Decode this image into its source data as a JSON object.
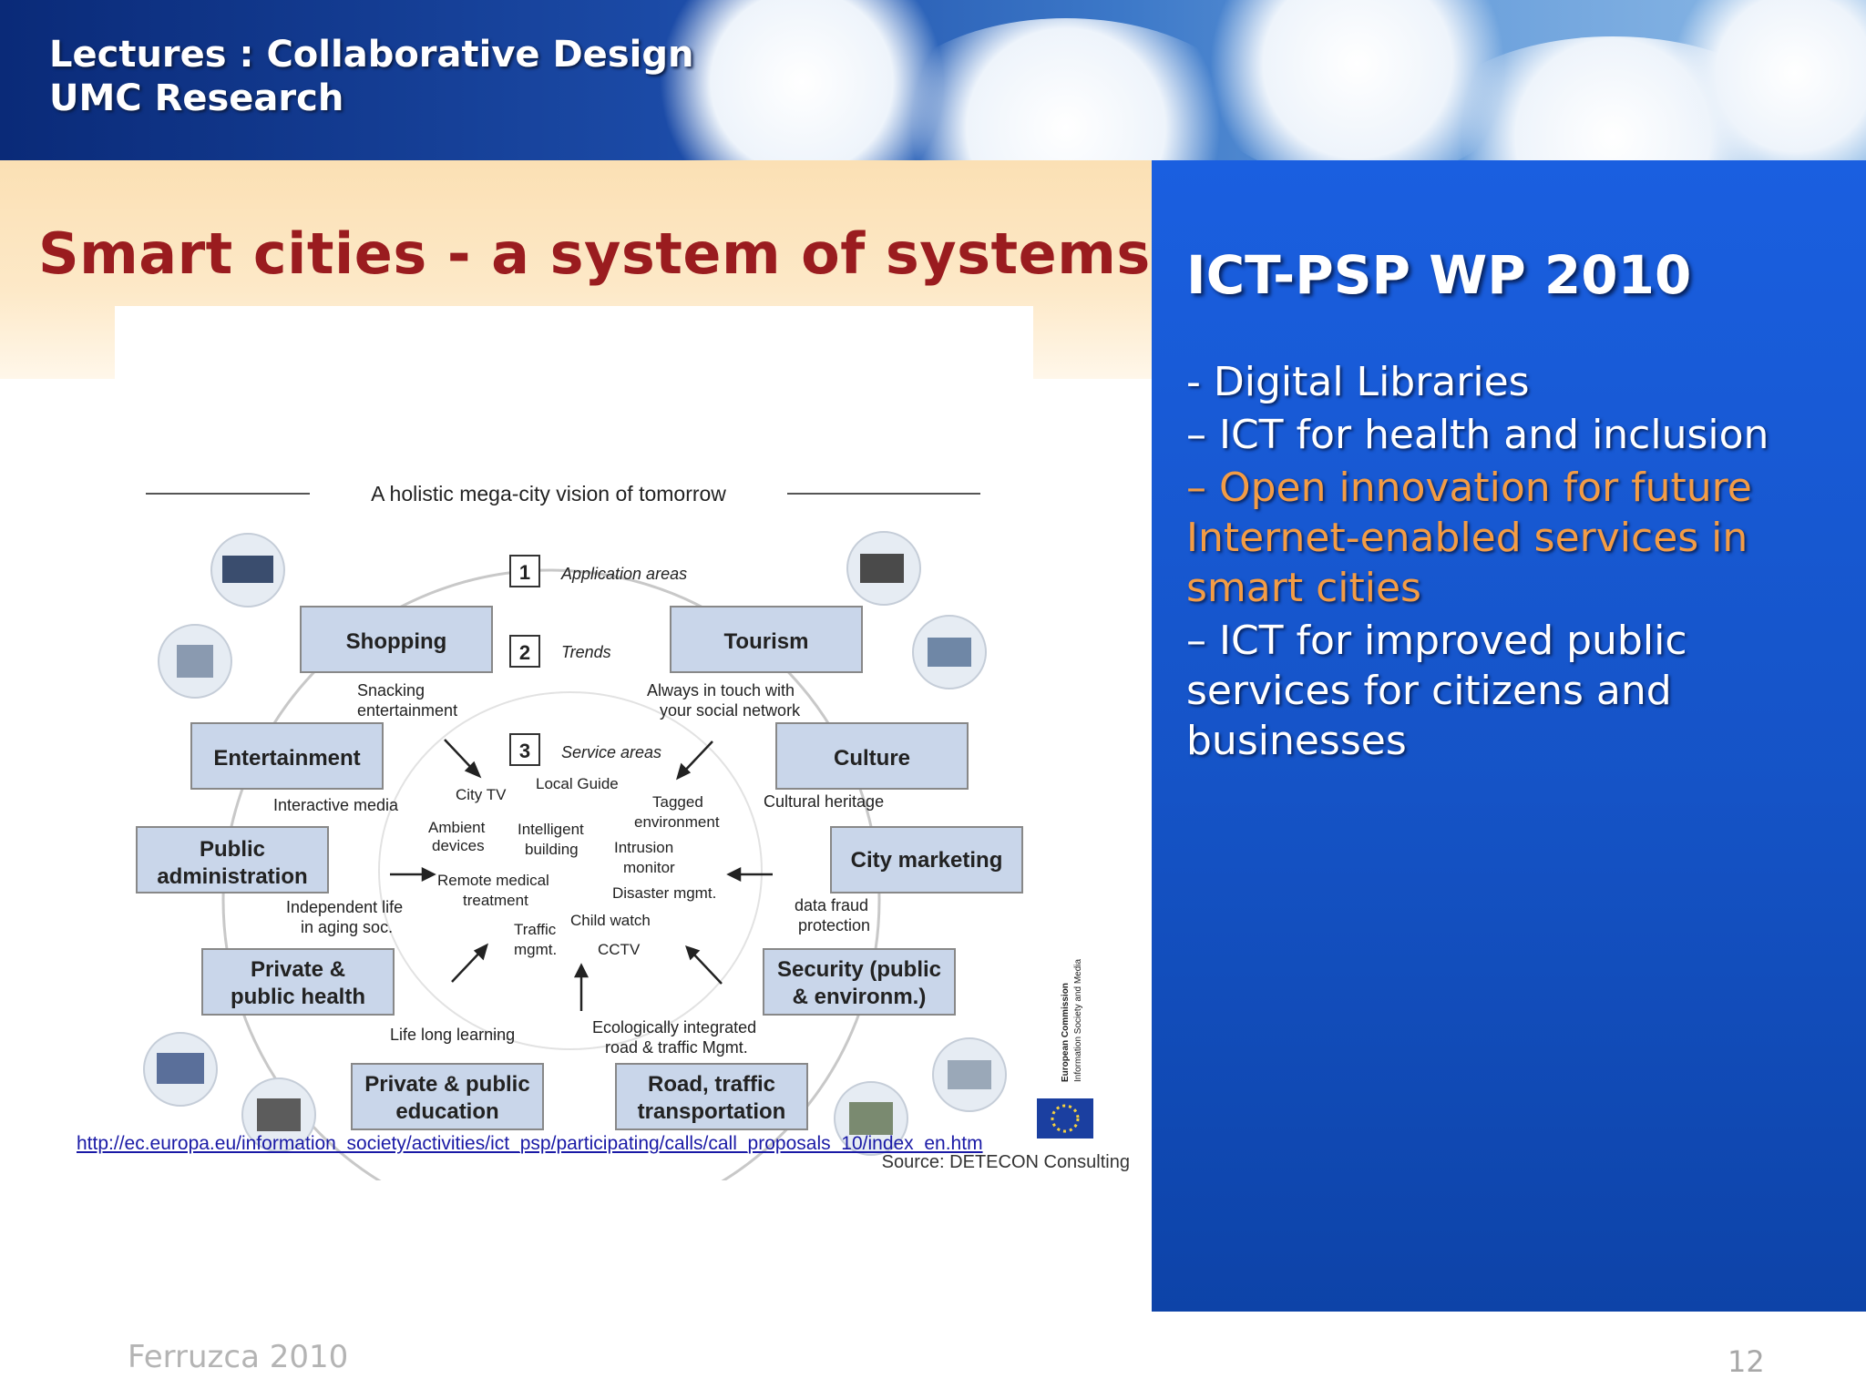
{
  "header": {
    "line1": "Lectures : Collaborative Design",
    "line2": "UMC Research"
  },
  "slide": {
    "heading": "Smart cities - a system of systems",
    "link": "http://ec.europa.eu/information_society/activities/ict_psp/participating/calls/call_proposals_10/index_en.htm",
    "author": "Ferruzca 2010",
    "page_number": "12"
  },
  "diagram": {
    "subtitle": "A holistic mega-city vision of tomorrow",
    "legend": [
      {
        "num": "1",
        "label": "Application areas"
      },
      {
        "num": "2",
        "label": "Trends"
      },
      {
        "num": "3",
        "label": "Service areas"
      }
    ],
    "boxes": {
      "shopping": "Shopping",
      "tourism": "Tourism",
      "entertainment": "Entertainment",
      "culture": "Culture",
      "public_admin_1": "Public",
      "public_admin_2": "administration",
      "city_marketing": "City marketing",
      "health_1": "Private &",
      "health_2": "public health",
      "security_1": "Security (public",
      "security_2": "& environm.)",
      "education_1": "Private & public",
      "education_2": "education",
      "road_1": "Road, traffic",
      "road_2": "transportation"
    },
    "trends": {
      "snacking_1": "Snacking",
      "snacking_2": "entertainment",
      "social_1": "Always in touch with",
      "social_2": "your social network",
      "interactive": "Interactive media",
      "cultural": "Cultural heritage",
      "independent_1": "Independent life",
      "independent_2": "in aging soc.",
      "fraud_1": "data fraud",
      "fraud_2": "protection",
      "lifelong": "Life long learning",
      "eco_1": "Ecologically integrated",
      "eco_2": "road & traffic Mgmt."
    },
    "services": {
      "city_tv": "City TV",
      "local_guide": "Local Guide",
      "tagged_1": "Tagged",
      "tagged_2": "environment",
      "ambient_1": "Ambient",
      "ambient_2": "devices",
      "intelligent_1": "Intelligent",
      "intelligent_2": "building",
      "intrusion_1": "Intrusion",
      "intrusion_2": "monitor",
      "remote_1": "Remote medical",
      "remote_2": "treatment",
      "disaster": "Disaster mgmt.",
      "child": "Child watch",
      "traffic_1": "Traffic",
      "traffic_2": "mgmt.",
      "cctv": "CCTV"
    },
    "eu_1": "European Commission",
    "eu_2": "Information Society and Media",
    "source": "Source: DETECON Consulting"
  },
  "right_panel": {
    "heading": "ICT-PSP WP 2010",
    "bullets": [
      {
        "text": "- Digital Libraries",
        "highlight": false
      },
      {
        "text": "– ICT for health and inclusion",
        "highlight": false
      },
      {
        "text": "– Open innovation for future Internet-enabled services in smart cities",
        "highlight": true
      },
      {
        "text": "– ICT for improved public services for citizens and businesses",
        "highlight": false
      }
    ]
  },
  "colors": {
    "heading_red": "#9a1c1f",
    "box_fill": "#c9d6ea",
    "panel_blue": "#1553c6",
    "highlight_orange": "#f39c45",
    "link_blue": "#1a1aa6"
  }
}
